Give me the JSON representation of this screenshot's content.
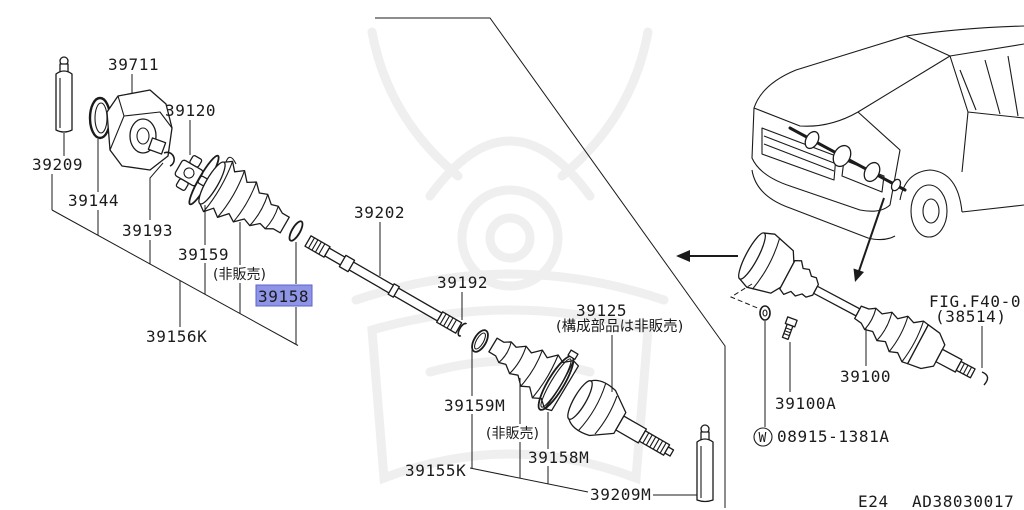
{
  "callouts": {
    "c39711": {
      "label": "39711"
    },
    "c39120": {
      "label": "39120"
    },
    "c39209": {
      "label": "39209"
    },
    "c39144": {
      "label": "39144"
    },
    "c39193": {
      "label": "39193"
    },
    "c39159": {
      "label": "39159"
    },
    "c39158": {
      "label": "39158",
      "selected": true
    },
    "c39156k": {
      "label": "39156K"
    },
    "c39202": {
      "label": "39202"
    },
    "c39192": {
      "label": "39192"
    },
    "c39125": {
      "label": "39125"
    },
    "c39159m": {
      "label": "39159M"
    },
    "c39158m": {
      "label": "39158M"
    },
    "c39155k": {
      "label": "39155K"
    },
    "c39209m": {
      "label": "39209M"
    },
    "c39100": {
      "label": "39100"
    },
    "c39100a": {
      "label": "39100A"
    },
    "c08915": {
      "label": "08915-1381A"
    }
  },
  "notes": {
    "not_for_sale_inner": "(非販売)",
    "not_for_sale_outer": "(非販売)",
    "components_not_sold": "(構成部品は非販売)",
    "fig_ref": "FIG.F40-0",
    "fig_ref_part": "(38514)",
    "washer_symbol": "W"
  },
  "footer": {
    "section": "E24",
    "illustration_code": "AD38030017"
  },
  "colors": {
    "highlight": "#8e95e6",
    "line": "#1b1b1b",
    "watermark": "#efefef"
  }
}
